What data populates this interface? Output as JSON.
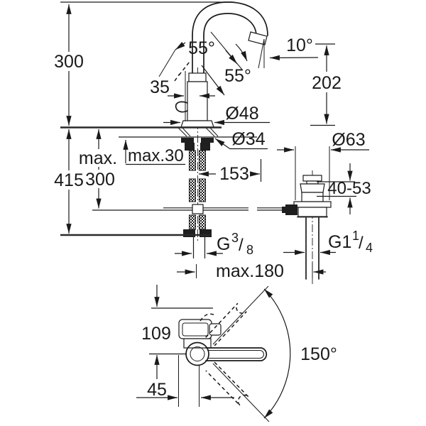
{
  "colors": {
    "background": "#ffffff",
    "line": "#1a1a1a"
  },
  "upper_view": {
    "dim_height_above_deck": "300",
    "dim_height_below_total": "415",
    "dim_max_prefix": "max.",
    "dim_max_value": "300",
    "dim_deck_thickness": "max.30",
    "dim_outlet_offset": "35",
    "angle_handle": "55°",
    "angle_spout": "55°",
    "angle_outlet": "10°",
    "dim_spout_height": "202",
    "dia_body": "Ø48",
    "dia_mount_hole": "Ø34",
    "dim_rod_length": "153",
    "dia_drain_flange": "Ø63",
    "dim_clamp_range": "40-53",
    "thread_supply": {
      "prefix": "G",
      "sup": "3",
      "slash": "/",
      "sub": "8"
    },
    "thread_drain": {
      "prefix": "G1",
      "sup": "1",
      "slash": "/",
      "sub": "4"
    },
    "dim_reach_max": "max.180"
  },
  "plan_view": {
    "dim_depth": "109",
    "angle_swivel": "150°",
    "dim_front_offset": "45"
  }
}
